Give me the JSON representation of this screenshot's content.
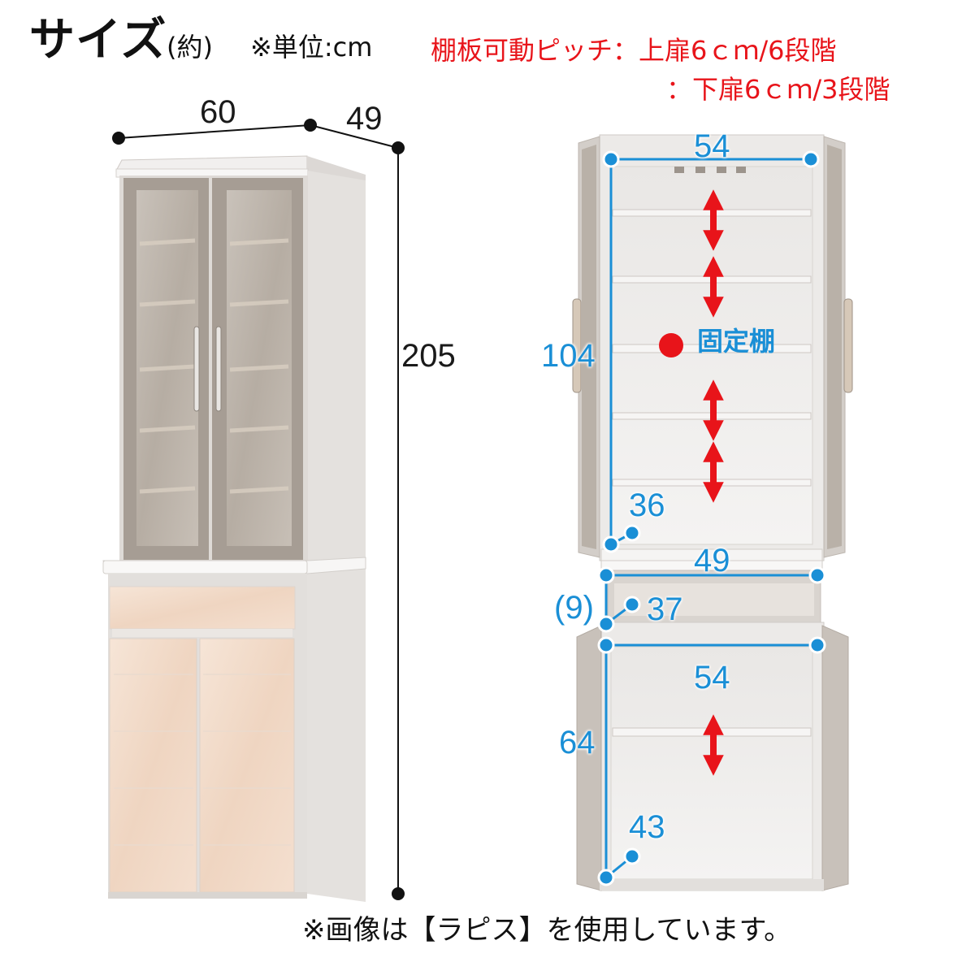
{
  "header": {
    "title": "サイズ",
    "title_sub": "(約)",
    "unit_note": "※単位:cm",
    "shelf_pitch_upper": "棚板可動ピッチ：上扉6ｃｍ/6段階",
    "shelf_pitch_lower": "：下扉6ｃｍ/3段階"
  },
  "exterior_dimensions": {
    "width": "60",
    "depth": "49",
    "height": "205"
  },
  "interior_dimensions": {
    "upper_width": "54",
    "upper_height": "104",
    "upper_depth": "36",
    "middle_width": "49",
    "middle_height": "(9)",
    "middle_depth": "37",
    "lower_width": "54",
    "lower_height": "64",
    "lower_depth": "43",
    "fixed_shelf_label": "固定棚"
  },
  "footer": {
    "note": "※画像は【ラピス】を使用しています。"
  },
  "colors": {
    "accent_red": "#e8141a",
    "dimension_blue": "#1a8fd6",
    "cabinet_frame": "#e6e4e2",
    "glass_door": "#bdb5ac",
    "wood_door": "#f2dccb"
  }
}
